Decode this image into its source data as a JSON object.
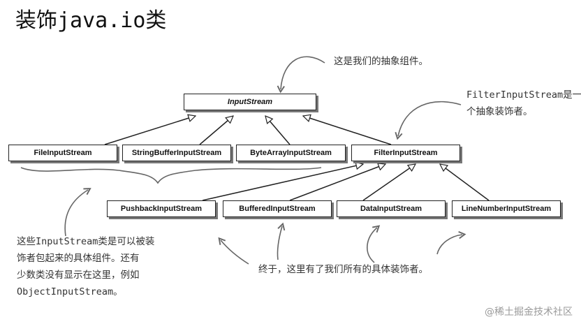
{
  "title": "装饰java.io类",
  "classes": {
    "input_stream": "InputStream",
    "file_input_stream": "FileInputStream",
    "string_buffer_input_stream": "StringBufferInputStream",
    "byte_array_input_stream": "ByteArrayInputStream",
    "filter_input_stream": "FilterInputStream",
    "pushback_input_stream": "PushbackInputStream",
    "buffered_input_stream": "BufferedInputStream",
    "data_input_stream": "DataInputStream",
    "line_number_input_stream": "LineNumberInputStream"
  },
  "notes": {
    "abstract_component": "这是我们的抽象组件。",
    "abstract_decorator_line1": "FilterInputStream是一",
    "abstract_decorator_line2": "个抽象装饰者。",
    "concrete_components_line1": "这些InputStream类是可以被装",
    "concrete_components_line2": "饰者包起来的具体组件。还有",
    "concrete_components_line3": "少数类没有显示在这里，例如",
    "concrete_components_line4": "ObjectInputStream。",
    "concrete_decorators": "终于，这里有了我们所有的具体装饰者。"
  },
  "watermark": "@稀土掘金技术社区"
}
